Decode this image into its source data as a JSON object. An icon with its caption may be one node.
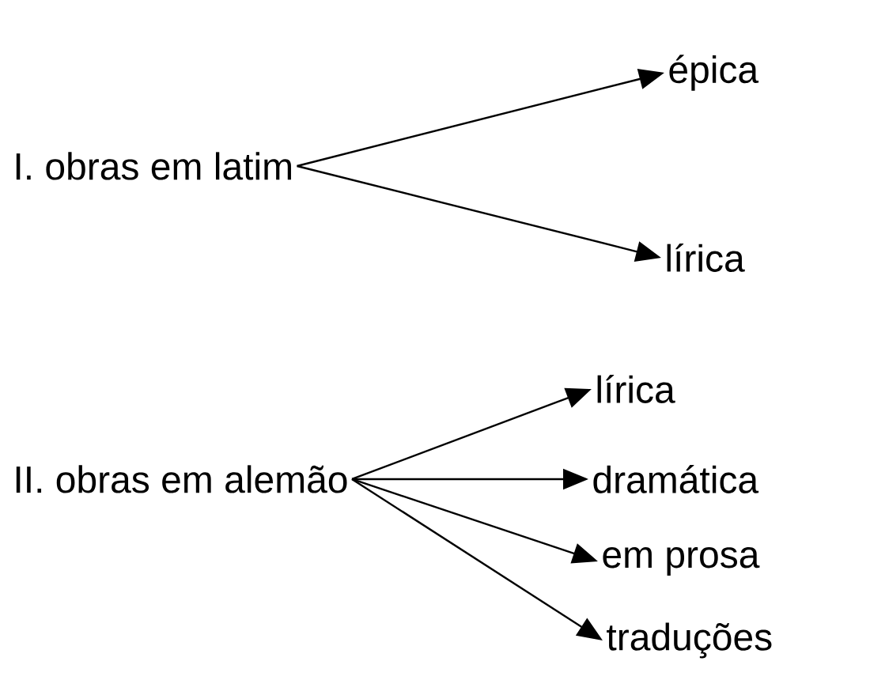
{
  "diagram": {
    "nodes": [
      {
        "text": [
          "I. obras em latim"
        ]
      },
      {
        "text": [
          "épica"
        ]
      },
      {
        "text": [
          "lírica"
        ]
      },
      {
        "text": [
          "II. obras em alemão"
        ]
      },
      {
        "text": [
          "lírica"
        ]
      },
      {
        "text": [
          "dramática"
        ]
      },
      {
        "text": [
          "em prosa"
        ]
      },
      {
        "text": [
          "traduções"
        ]
      }
    ],
    "edges": [
      {
        "from": 0,
        "to": 1,
        "arrow": "to"
      },
      {
        "from": 0,
        "to": 2,
        "arrow": "to"
      },
      {
        "from": 3,
        "to": 4,
        "arrow": "to"
      },
      {
        "from": 3,
        "to": 5,
        "arrow": "to"
      },
      {
        "from": 3,
        "to": 6,
        "arrow": "to"
      },
      {
        "from": 3,
        "to": 7,
        "arrow": "to"
      }
    ]
  }
}
